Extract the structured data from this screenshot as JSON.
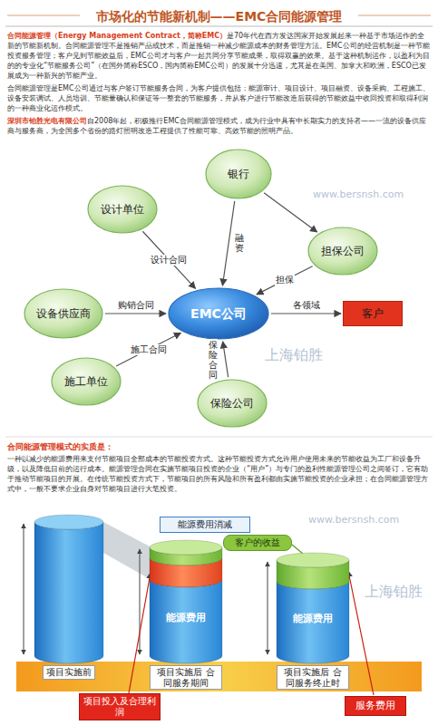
{
  "diagram": {
    "title": "市场化的节能新机制——EMC合同能源管理",
    "nodes": [
      {
        "text": [
          "银行"
        ]
      },
      {
        "text": [
          "设计单位"
        ]
      },
      {
        "text": [
          "担保公司"
        ]
      },
      {
        "text": [
          "设备供应商"
        ]
      },
      {
        "text": [
          "EMC公司"
        ]
      },
      {
        "text": [
          "客户"
        ]
      },
      {
        "text": [
          "施工单位"
        ]
      },
      {
        "text": [
          "保险公司"
        ]
      },
      {
        "text": [
          "项目实施前"
        ]
      },
      {
        "text": [
          "能源费用消减"
        ]
      },
      {
        "text": [
          "客户的收益"
        ]
      },
      {
        "text": [
          "能源费用",
          "项目实施后 合同服务期间"
        ]
      },
      {
        "text": [
          "能源费用",
          "项目实施后 合同服务终止时"
        ]
      },
      {
        "text": [
          "项目投入及合理利润"
        ]
      },
      {
        "text": [
          "服务费用"
        ]
      }
    ],
    "edges": [
      {
        "from": 0,
        "to": 4,
        "label": "融资",
        "arrow": "to"
      },
      {
        "from": 0,
        "to": 2,
        "arrow": "to"
      },
      {
        "from": 2,
        "to": 4,
        "label": "担保",
        "arrow": "to"
      },
      {
        "from": 1,
        "to": 4,
        "label": "设计合同",
        "arrow": "to"
      },
      {
        "from": 3,
        "to": 4,
        "label": "购销合同",
        "arrow": "to"
      },
      {
        "from": 6,
        "to": 4,
        "label": "施工合同",
        "arrow": "to"
      },
      {
        "from": 7,
        "to": 4,
        "label": "保险合同",
        "arrow": "to"
      },
      {
        "from": 4,
        "to": 5,
        "label": "各领域",
        "arrow": "to"
      }
    ],
    "labels": [
      "合同能源管理（Energy Management Contract，简称EMC）",
      "是70年代在西方发达国家开始发展起来一种基于市场运作的全新的节能新机制。合同能源管理不是推销产品或技术，而是推销一种减少能源成本的财务管理方法。EMC公司的经营机制是一种节能投资服务管理；客户见到节能效益后，EMC公司才与客户一起共同分享节能成果，取得双赢的效果。基于这种机制运作，以盈利为目的的专业化“节能服务公司”（在国外简称ESCO，国内简称EMC公司）的发展十分迅速，尤其是在美国、加拿大和欧洲，ESCO已发展成为一种新兴的节能产业。",
      "合同能源管理是EMC公司通过与客户签订节能服务合同，为客户提供包括：能源审计、项目设计、项目融资、设备采购、工程施工、设备安装调试、人员培训、节能量确认和保证等一整套的节能服务，并从客户进行节能改造后获得的节能效益中收回投资和取得利润的一种商业化运作模式。",
      "深圳市铂胜光电有限公司",
      "自2008年起，积极推行EMC合同能源管理模式，成为行业中具有中长期实力的支持者——一流的设备供应商与服务商，为全国多个省份的路灯照明改造工程提供了性能可靠、高效节能的照明产品。",
      "合同能源管理模式的实质是：",
      "一种以减少的能源费用来支付节能项目全部成本的节能投资方式。这种节能投资方式允许用户使用未来的节能收益为工厂和设备升级，以及降低目前的运行成本。能源管理合同在实施节能项目投资的企业（“用户”）与专门的盈利性能源管理公司之间签订，它有助于推动节能项目的开展。在传统节能投资方式下，节能项目的所有风险和所有盈利都由实施节能投资的企业承担；在合同能源管理方式中，一般不要求企业自身对节能项目进行大笔投资。",
      "上海铂胜",
      "www.bersnsh.com",
      "上海铂胜",
      "www.bersnsh.com"
    ]
  }
}
